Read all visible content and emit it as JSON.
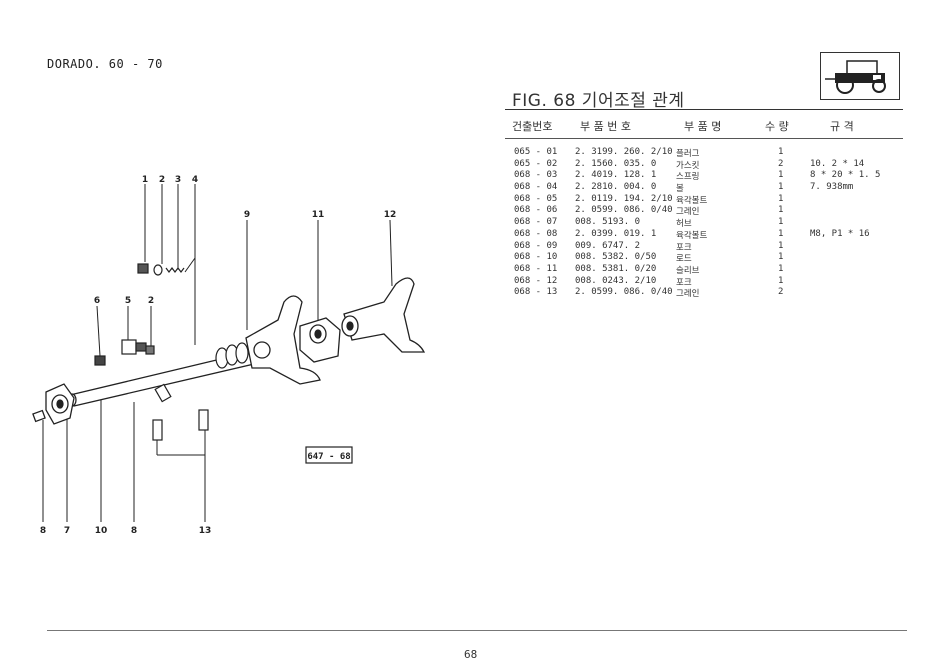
{
  "header": {
    "model": "DORADO. 60 - 70",
    "fig_title": "FIG. 68 기어조절 관계"
  },
  "table": {
    "columns": [
      "건출번호",
      "부 품 번 호",
      "부 품 명",
      "수 량",
      "규     격"
    ],
    "rows": [
      {
        "no": "065 - 01",
        "part": "2. 3199. 260. 2/10",
        "name": "플러그",
        "qty": "1",
        "spec": ""
      },
      {
        "no": "065 - 02",
        "part": "2. 1560. 035. 0",
        "name": "가스킷",
        "qty": "2",
        "spec": "10. 2 * 14"
      },
      {
        "no": "068 - 03",
        "part": "2. 4019. 128. 1",
        "name": "스프링",
        "qty": "1",
        "spec": "8 * 20 * 1. 5"
      },
      {
        "no": "068 - 04",
        "part": "2. 2810. 004. 0",
        "name": "볼",
        "qty": "1",
        "spec": "7. 938mm"
      },
      {
        "no": "068 - 05",
        "part": "2. 0119. 194. 2/10",
        "name": "육각볼트",
        "qty": "1",
        "spec": ""
      },
      {
        "no": "068 - 06",
        "part": "2. 0599. 086. 0/40",
        "name": "그레인",
        "qty": "1",
        "spec": ""
      },
      {
        "no": "068 - 07",
        "part": "008. 5193. 0",
        "name": "허브",
        "qty": "1",
        "spec": ""
      },
      {
        "no": "068 - 08",
        "part": "2. 0399. 019. 1",
        "name": "육각볼트",
        "qty": "1",
        "spec": "M8,  P1 * 16"
      },
      {
        "no": "068 - 09",
        "part": "009. 6747. 2",
        "name": "포크",
        "qty": "1",
        "spec": ""
      },
      {
        "no": "068 - 10",
        "part": "008. 5382. 0/50",
        "name": "로드",
        "qty": "1",
        "spec": ""
      },
      {
        "no": "068 - 11",
        "part": "008. 5381. 0/20",
        "name": "슬리브",
        "qty": "1",
        "spec": ""
      },
      {
        "no": "068 - 12",
        "part": "008. 0243. 2/10",
        "name": "포크",
        "qty": "1",
        "spec": ""
      },
      {
        "no": "068 - 13",
        "part": "2. 0599. 086. 0/40",
        "name": "그레인",
        "qty": "2",
        "spec": ""
      }
    ]
  },
  "diagram": {
    "ref_label": "647 - 68",
    "callouts": [
      "1",
      "2",
      "3",
      "4",
      "9",
      "11",
      "12",
      "6",
      "5",
      "2",
      "8",
      "7",
      "10",
      "8",
      "13"
    ]
  },
  "footer": {
    "page_number": "68"
  }
}
